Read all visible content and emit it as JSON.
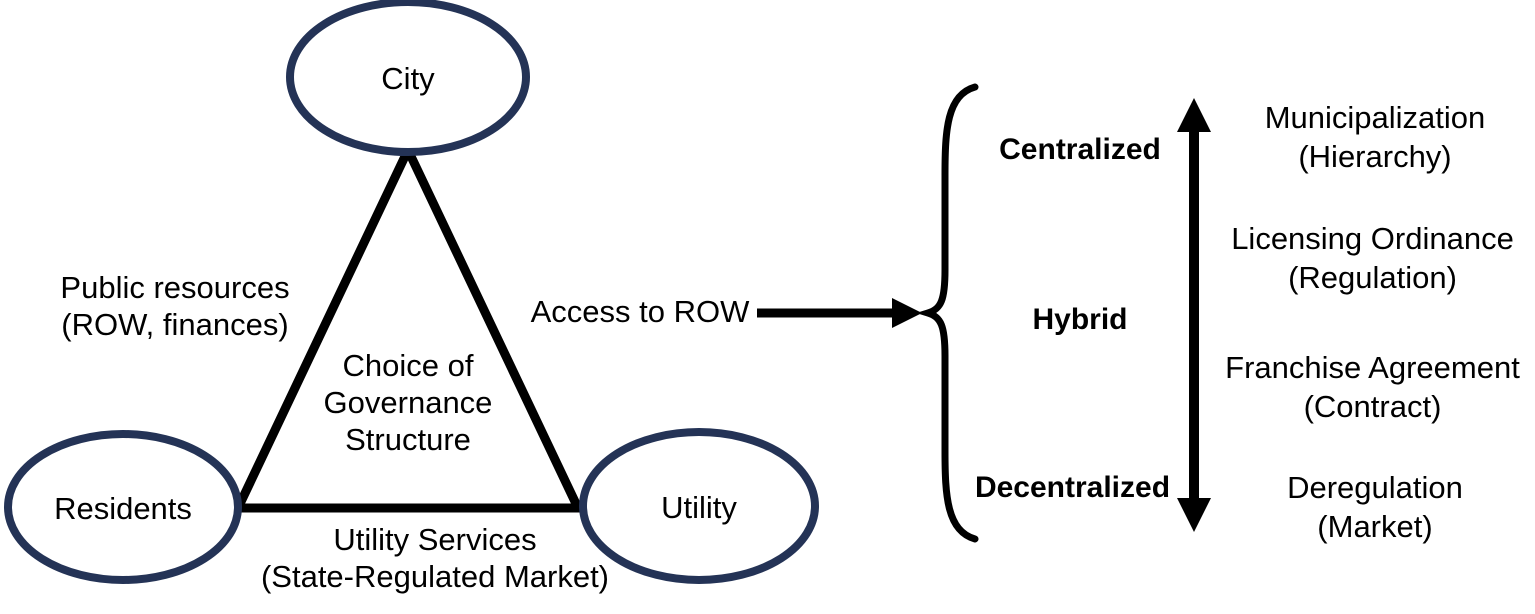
{
  "diagram": {
    "title": "Choice of Governance Structure",
    "colors": {
      "node_stroke": "#243356",
      "node_fill": "#ffffff",
      "line": "#000000",
      "text": "#000000",
      "background": "#ffffff"
    },
    "nodes": [
      {
        "id": "city",
        "label": "City"
      },
      {
        "id": "residents",
        "label": "Residents"
      },
      {
        "id": "utility",
        "label": "Utility"
      }
    ],
    "center_text": {
      "line1": "Choice of",
      "line2": "Governance",
      "line3": "Structure"
    },
    "edge_labels": [
      {
        "id": "city-residents",
        "line1": "Public resources",
        "line2": "(ROW, finances)"
      },
      {
        "id": "residents-utility",
        "line1": "Utility Services",
        "line2": "(State-Regulated Market)"
      }
    ],
    "flow": {
      "label": "Access to ROW"
    },
    "spectrum": {
      "tiers": [
        {
          "id": "centralized",
          "label": "Centralized"
        },
        {
          "id": "hybrid",
          "label": "Hybrid"
        },
        {
          "id": "decentralized",
          "label": "Decentralized"
        }
      ],
      "axis_top_label": "Centralized",
      "axis_bottom_label": "Decentralized"
    },
    "outcomes": [
      {
        "id": "municipalization",
        "name": "Municipalization",
        "mechanism": "(Hierarchy)"
      },
      {
        "id": "licensing-ordinance",
        "name": "Licensing Ordinance",
        "mechanism": "(Regulation)"
      },
      {
        "id": "franchise-agreement",
        "name": "Franchise Agreement",
        "mechanism": "(Contract)"
      },
      {
        "id": "deregulation",
        "name": "Deregulation",
        "mechanism": "(Market)"
      }
    ]
  }
}
